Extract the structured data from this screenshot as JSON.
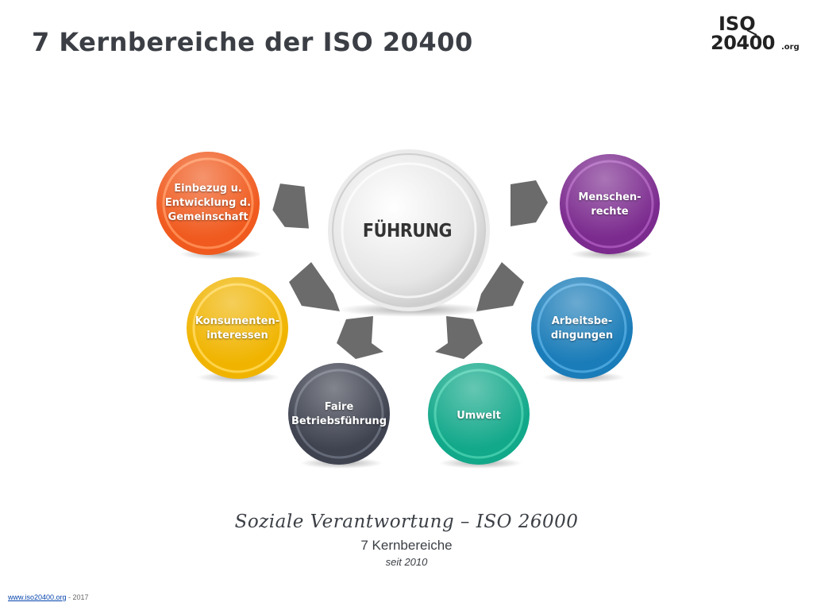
{
  "title": "7 Kernbereiche der ISO 20400",
  "logo": {
    "top": "ISO",
    "bottom": "20400",
    "suffix": ".org"
  },
  "center": {
    "label": "FÜHRUNG"
  },
  "areas": [
    {
      "label": "Einbezug  u.\nEntwicklung d.\nGemeinschaft",
      "color": "#f05a1e"
    },
    {
      "label": "Menschen-\nrechte",
      "color": "#7b2a8e"
    },
    {
      "label": "Konsumenten-\ninteressen",
      "color": "#f0b400"
    },
    {
      "label": "Arbeitsbe-\ndingungen",
      "color": "#1a7cb8"
    },
    {
      "label": "Faire\nBetriebsführung",
      "color": "#3f4350"
    },
    {
      "label": "Umwelt",
      "color": "#12a88a"
    }
  ],
  "caption": {
    "main": "Soziale Verantwortung – ISO 26000",
    "sub": "7 Kernbereiche",
    "small": "seit 2010"
  },
  "footer": {
    "link": "www.iso20400.org",
    "suffix": " - 2017"
  }
}
